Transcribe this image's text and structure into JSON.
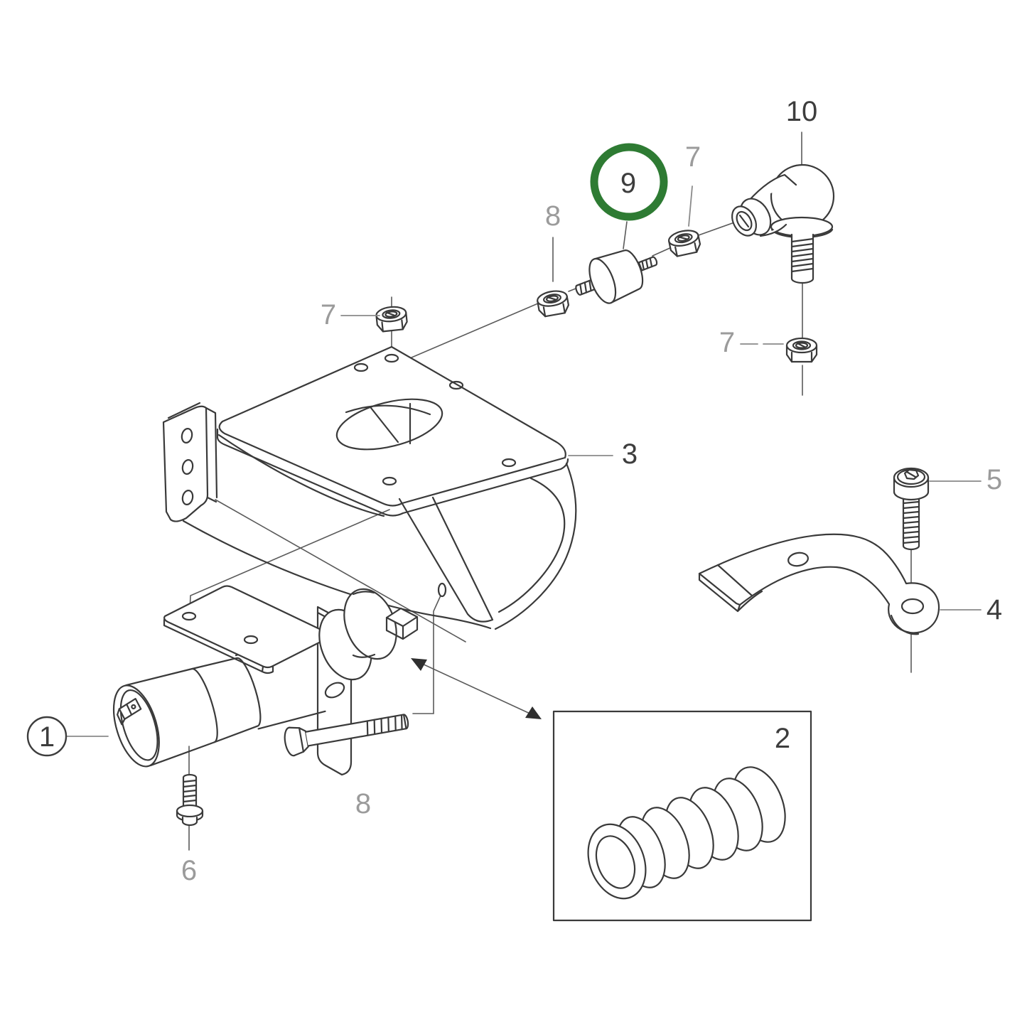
{
  "diagram": {
    "type": "exploded-parts-diagram",
    "background": "#ffffff",
    "line_color": "#3a3a3a",
    "label_color_primary": "#3d3d3d",
    "label_color_secondary": "#9b9b9b",
    "highlight": {
      "part": "9",
      "color": "#2e7b33",
      "shape": "circle-outline"
    },
    "callouts": {
      "part1": "1",
      "part2": "2",
      "part3": "3",
      "part4": "4",
      "part5": "5",
      "part6": "6",
      "part7a": "7",
      "part7b": "7",
      "part7c": "7",
      "part8a": "8",
      "part8b": "8",
      "part9": "9",
      "part10": "10"
    }
  }
}
